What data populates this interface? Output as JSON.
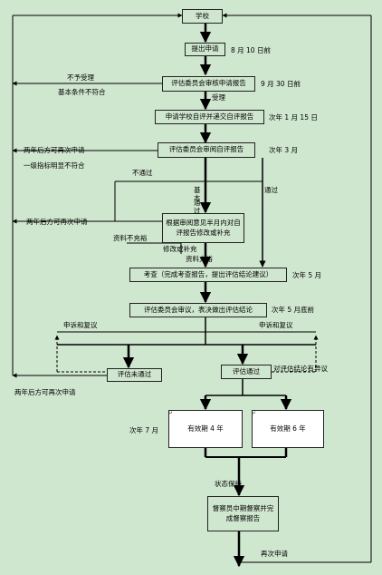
{
  "nodes": {
    "school": "学校",
    "apply": "提出申请",
    "review_apply": "评估委员会审核申请报告",
    "submit_self": "申请学校自评并递交自评报告",
    "review_self": "评估委员会审阅自评报告",
    "revise": "根据审阅意见半月内对自评报告修改或补充",
    "inspect": "考查（完成考查报告，提出评估结论建议）",
    "decide": "评估委员会审议，表决做出评估结论",
    "fail": "评估未通过",
    "pass": "评估通过",
    "valid4": "有效期 4 年",
    "valid6": "有效期 6 年",
    "supervise": "督察员中期督察并完成督察报告"
  },
  "times": {
    "apply": "8 月 10 日前",
    "review_apply": "9 月 30 日前",
    "submit_self": "次年 1 月 15 日",
    "review_self": "次年 3 月",
    "inspect": "次年 5 月",
    "decide": "次年 5 月底前",
    "valid": "次年 7 月"
  },
  "labels": {
    "reject1": "不予受理",
    "reject2": "基本条件不符合",
    "accept": "受理",
    "reapply_two_years": "两年后方可再次申请",
    "mismatch_lvl1": "一级指标明显不符合",
    "not_pass": "不通过",
    "basic": "基本",
    "pass_vertical": "通过",
    "pass_right": "通过",
    "material_insufficient": "资料不充裕",
    "revised": "修改或补充",
    "material_sufficient": "资料充裕",
    "appeal_left": "申诉和复议",
    "appeal_right": "申诉和复议",
    "objection": "对评估结论有异议",
    "state_keep": "状态保持",
    "reapply": "再次申请"
  }
}
